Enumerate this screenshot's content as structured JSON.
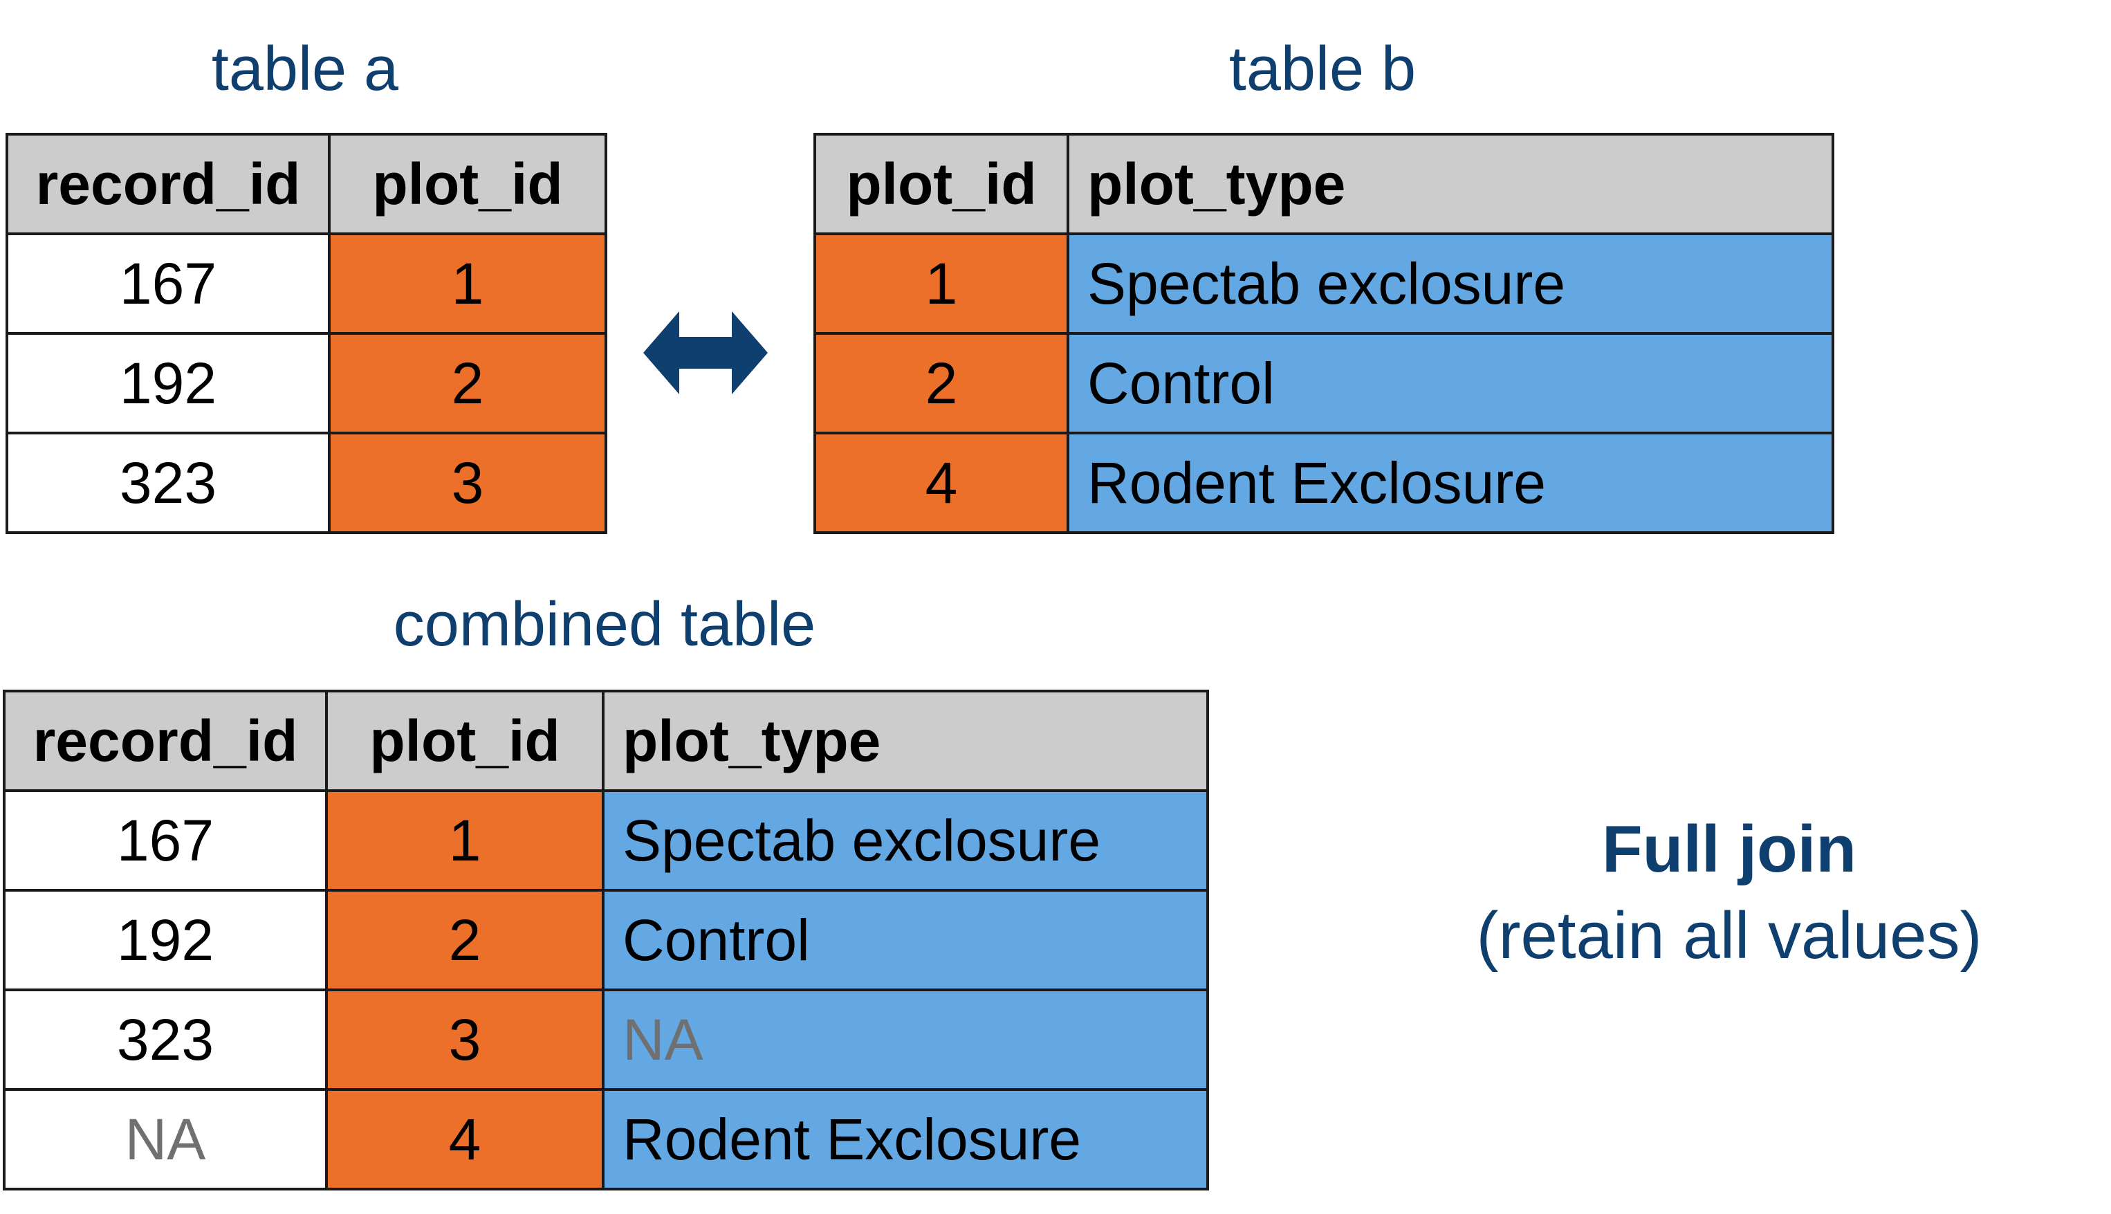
{
  "table_a": {
    "title": "table a",
    "headers": [
      "record_id",
      "plot_id"
    ],
    "rows": [
      [
        "167",
        "1"
      ],
      [
        "192",
        "2"
      ],
      [
        "323",
        "3"
      ]
    ]
  },
  "table_b": {
    "title": "table b",
    "headers": [
      "plot_id",
      "plot_type"
    ],
    "rows": [
      [
        "1",
        "Spectab exclosure"
      ],
      [
        "2",
        "Control"
      ],
      [
        "4",
        "Rodent Exclosure"
      ]
    ]
  },
  "combined": {
    "title": "combined table",
    "headers": [
      "record_id",
      "plot_id",
      "plot_type"
    ],
    "rows": [
      [
        "167",
        "1",
        "Spectab exclosure"
      ],
      [
        "192",
        "2",
        "Control"
      ],
      [
        "323",
        "3",
        "NA"
      ],
      [
        "NA",
        "4",
        "Rodent Exclosure"
      ]
    ]
  },
  "join": {
    "title": "Full join",
    "subtitle": "(retain all values)"
  },
  "arrow_icon": "double-headed-arrow-icon",
  "colors": {
    "title": "#0e3f6e",
    "header_gray": "#cccccc",
    "key_orange": "#ec6f2a",
    "value_blue": "#63a8e3",
    "na_gray": "#707070",
    "arrow": "#0e3f6e"
  }
}
